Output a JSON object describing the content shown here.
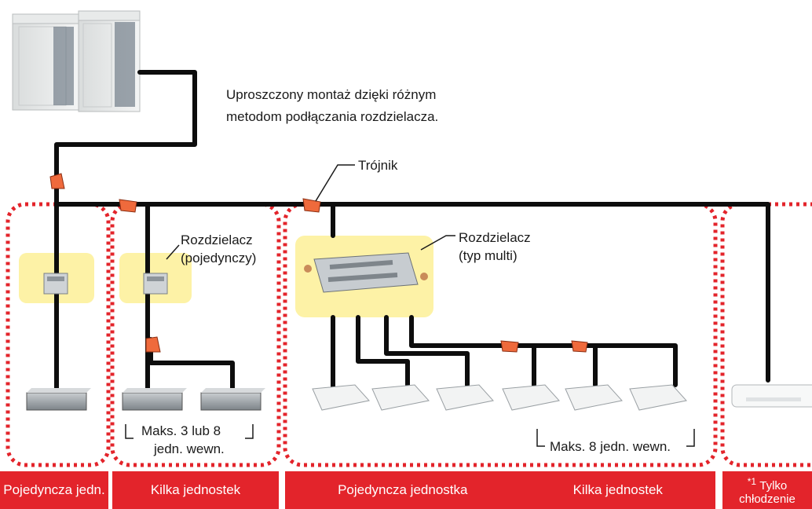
{
  "caption": {
    "line1": "Uproszczony montaż dzięki różnym",
    "line2": "metodom podłączania rozdzielacza."
  },
  "labels": {
    "trojnik": "Trójnik",
    "rozdz_single_1": "Rozdzielacz",
    "rozdz_single_2": "(pojedynczy)",
    "rozdz_multi_1": "Rozdzielacz",
    "rozdz_multi_2": "(typ multi)",
    "maks38_1": "Maks. 3 lub 8",
    "maks38_2": "jedn. wewn.",
    "maks8": "Maks. 8 jedn. wewn."
  },
  "bottom_bar": {
    "single_unit": "Pojedyncza jedn.",
    "multiple_units": "Kilka jednostek",
    "single_unit_full": "Pojedyncza jednostka",
    "multiple_units_2": "Kilka jednostek",
    "footnote_mark": "*1",
    "cooling_1": "Tylko",
    "cooling_2": "chłodzenie"
  },
  "colors": {
    "pipe": "#0d0d0d",
    "joint": "#ef6a3c",
    "dotted_border": "#e3242b",
    "highlight": "#fdf2a6",
    "bar": "#e3242b"
  }
}
